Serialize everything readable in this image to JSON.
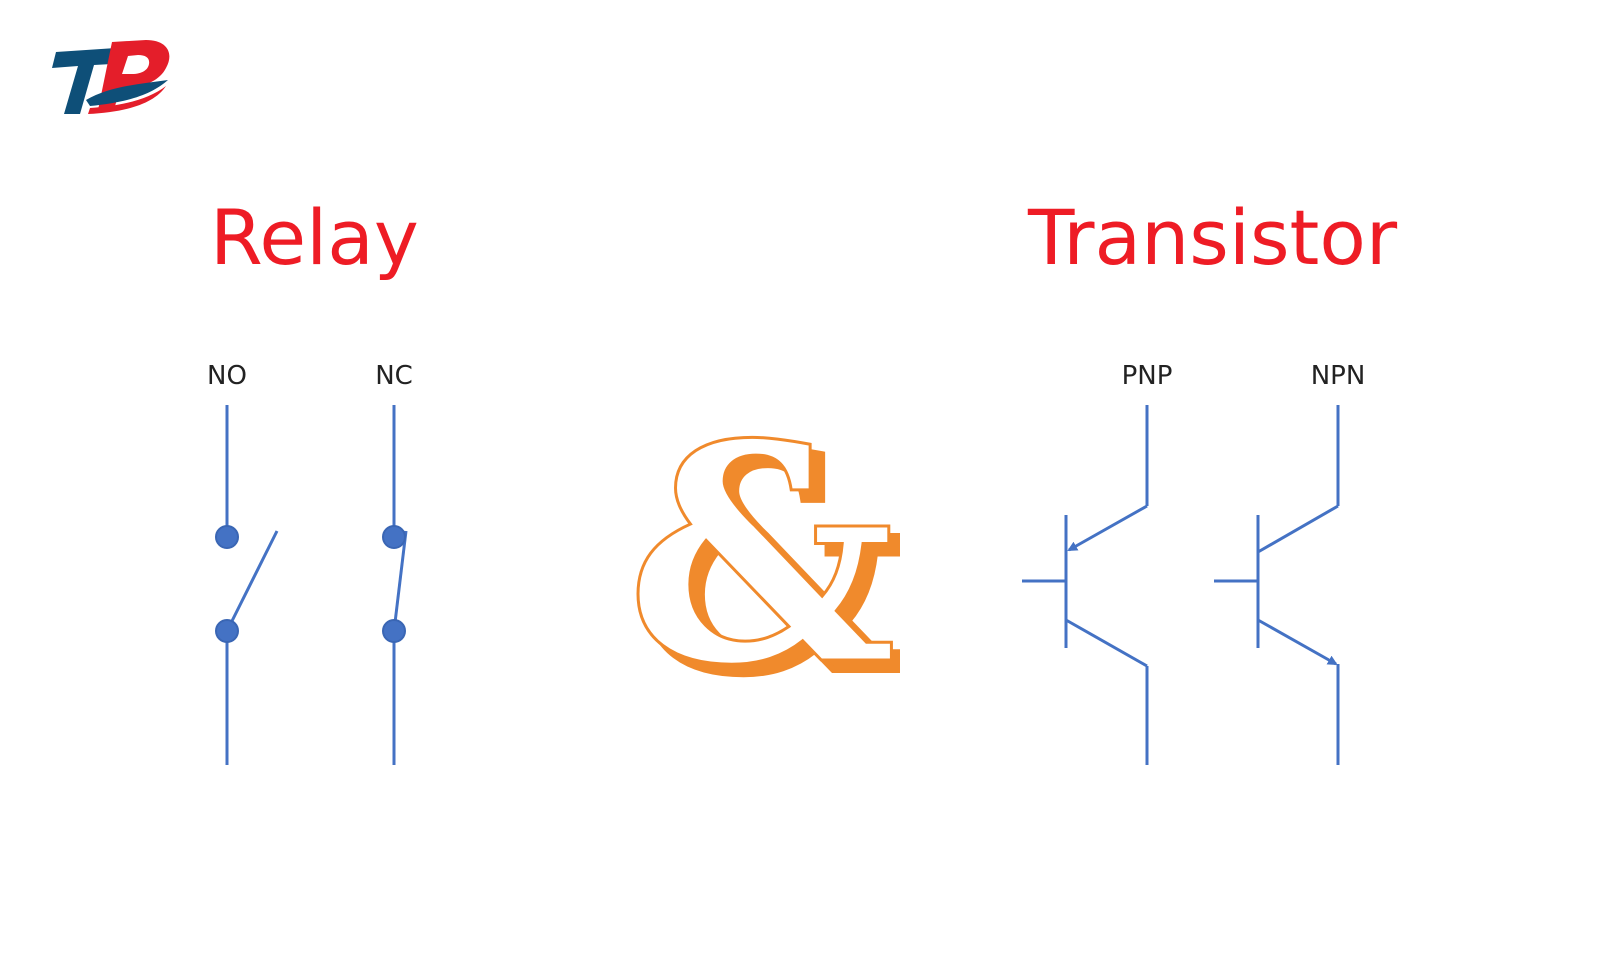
{
  "brand": {
    "name": "TP",
    "primary_color": "#0e4f78",
    "accent_color": "#e41e2a"
  },
  "headings": {
    "relay": "Relay",
    "transistor": "Transistor",
    "color": "#ee1c25"
  },
  "relay_symbols": {
    "no_label": "NO",
    "nc_label": "NC"
  },
  "transistor_symbols": {
    "pnp_label": "PNP",
    "npn_label": "NPN"
  },
  "connector": {
    "glyph": "&",
    "fill_color": "#ffffff",
    "outline_color": "#f08a2c"
  },
  "symbol_color": "#4472c4"
}
